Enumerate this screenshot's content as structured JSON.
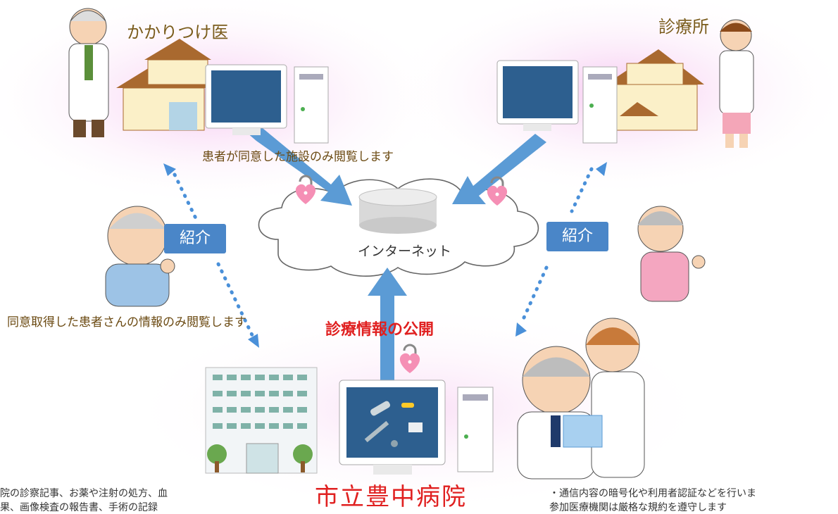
{
  "nodes": {
    "clinic_left_label": "かかりつけ医",
    "clinic_right_label": "診療所",
    "internet_label": "インターネット",
    "hospital_label": "市立豊中病院"
  },
  "notes": {
    "top_note": "患者が同意した施設のみ閲覧します",
    "middle_note": "同意取得した患者さんの情報のみ閲覧します",
    "publish_title": "診療情報の公開"
  },
  "badges": {
    "referral_left": "紹介",
    "referral_right": "紹介"
  },
  "bottom_text": {
    "left_line1": "院の診察記事、お薬や注射の処方、血",
    "left_line2": "果、画像検査の報告書、手術の記録",
    "right_line1": "・通信内容の暗号化や利用者認証などを行いま",
    "right_line2": "  参加医療機関は厳格な規約を遵守します"
  },
  "colors": {
    "arrow_blue": "#5b9bd5",
    "pink_glow": "#f6c7ef",
    "badge_blue": "#4a86c8",
    "heading_red": "#e02020",
    "label_brown": "#7a5c1c"
  }
}
